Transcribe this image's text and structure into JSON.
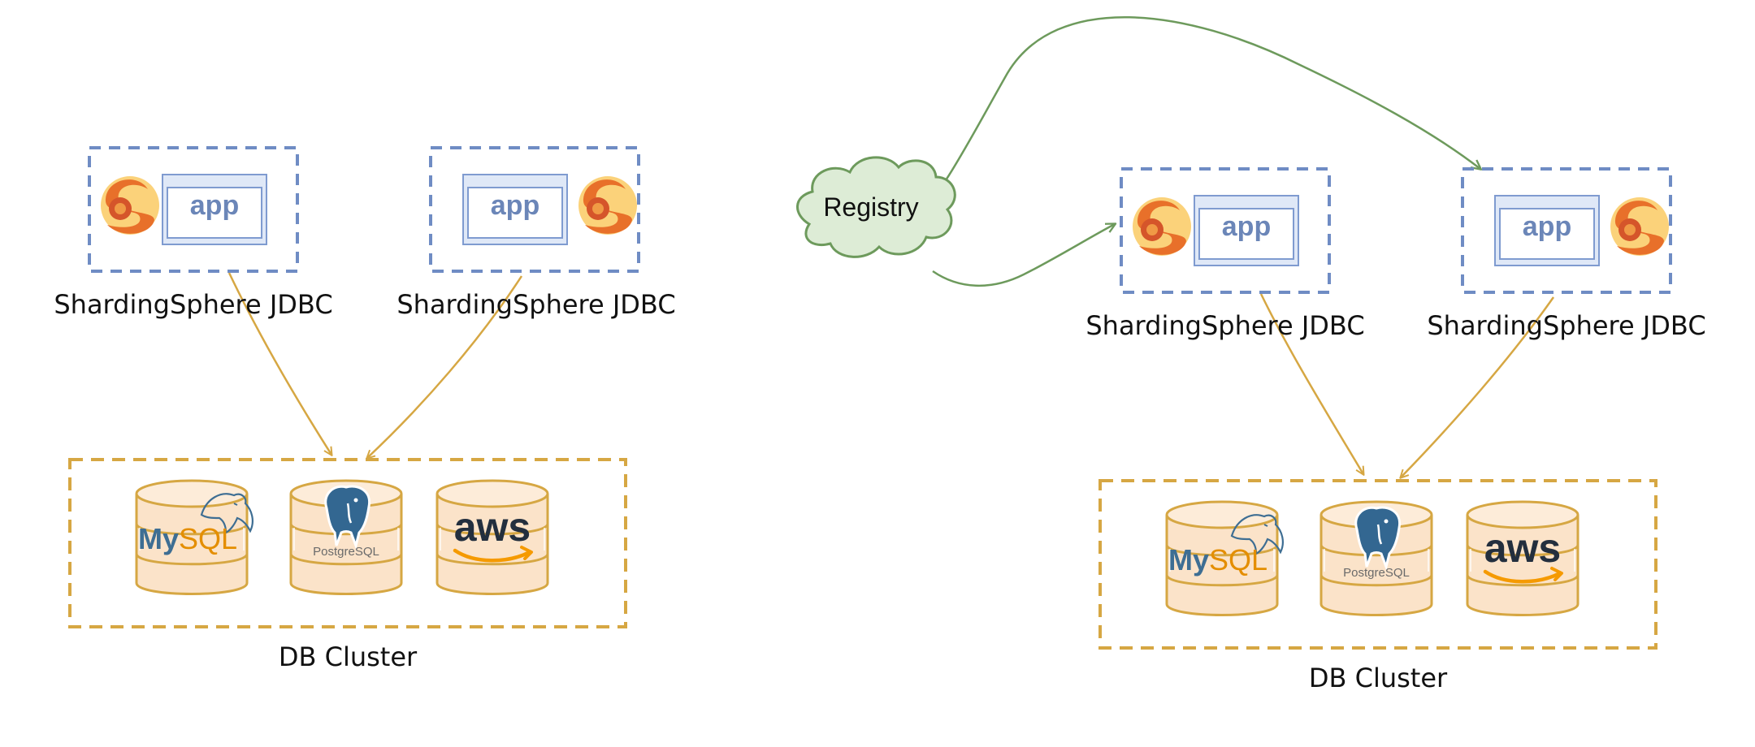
{
  "colors": {
    "app_box_border": "#6f8cc4",
    "app_window_fill": "#dfe8f7",
    "app_text": "#6b86b8",
    "db_cluster_border": "#d6a743",
    "arrow": "#d6a743",
    "registry_fill": "#ddecd6",
    "registry_stroke": "#6d9a5c",
    "db_fill": "#fbe3c9",
    "db_stroke": "#d6a743",
    "sphere_logo": "#e8702a"
  },
  "left": {
    "apps": [
      {
        "app_label": "app",
        "caption": "ShardingSphere JDBC",
        "logo": "shardingsphere-logo-icon"
      },
      {
        "app_label": "app",
        "caption": "ShardingSphere JDBC",
        "logo": "shardingsphere-logo-icon"
      }
    ],
    "cluster_label": "DB Cluster",
    "databases": [
      {
        "name": "MySQL",
        "icon": "mysql-dolphin-icon",
        "logo_a": "My",
        "logo_b": "SQL"
      },
      {
        "name": "PostgreSQL",
        "icon": "postgresql-elephant-icon",
        "logo_text": "PostgreSQL"
      },
      {
        "name": "aws",
        "icon": "aws-smile-icon",
        "logo_text": "aws"
      }
    ]
  },
  "right": {
    "registry_label": "Registry",
    "apps": [
      {
        "app_label": "app",
        "caption": "ShardingSphere JDBC",
        "logo": "shardingsphere-logo-icon"
      },
      {
        "app_label": "app",
        "caption": "ShardingSphere JDBC",
        "logo": "shardingsphere-logo-icon"
      }
    ],
    "cluster_label": "DB Cluster",
    "databases": [
      {
        "name": "MySQL",
        "icon": "mysql-dolphin-icon",
        "logo_a": "My",
        "logo_b": "SQL"
      },
      {
        "name": "PostgreSQL",
        "icon": "postgresql-elephant-icon",
        "logo_text": "PostgreSQL"
      },
      {
        "name": "aws",
        "icon": "aws-smile-icon",
        "logo_text": "aws"
      }
    ]
  }
}
